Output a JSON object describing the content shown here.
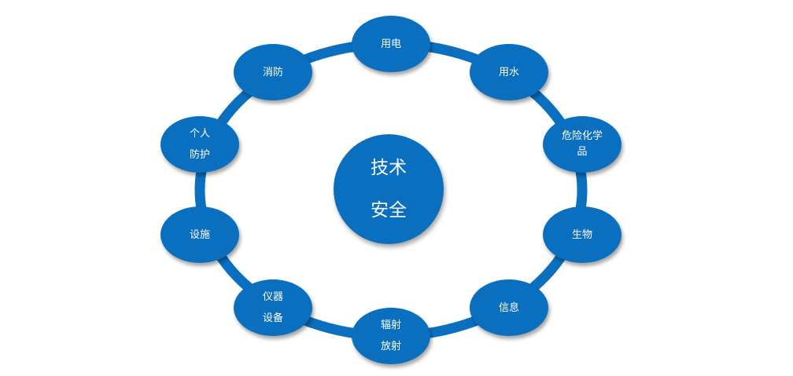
{
  "center": {
    "line1": "技术",
    "line2": "安全"
  },
  "nodes": [
    {
      "line1": "用电",
      "line2": ""
    },
    {
      "line1": "用水",
      "line2": ""
    },
    {
      "line1": "危险化学",
      "line2": "品"
    },
    {
      "line1": "生物",
      "line2": ""
    },
    {
      "line1": "信息",
      "line2": ""
    },
    {
      "line1": "辐射",
      "line2": "放射"
    },
    {
      "line1": "仪器",
      "line2": "设备"
    },
    {
      "line1": "设施",
      "line2": ""
    },
    {
      "line1": "个人",
      "line2": "防护"
    },
    {
      "line1": "消防",
      "line2": ""
    }
  ],
  "colors": {
    "node": "#0a6fbf",
    "ring": "#0a6fbf"
  }
}
